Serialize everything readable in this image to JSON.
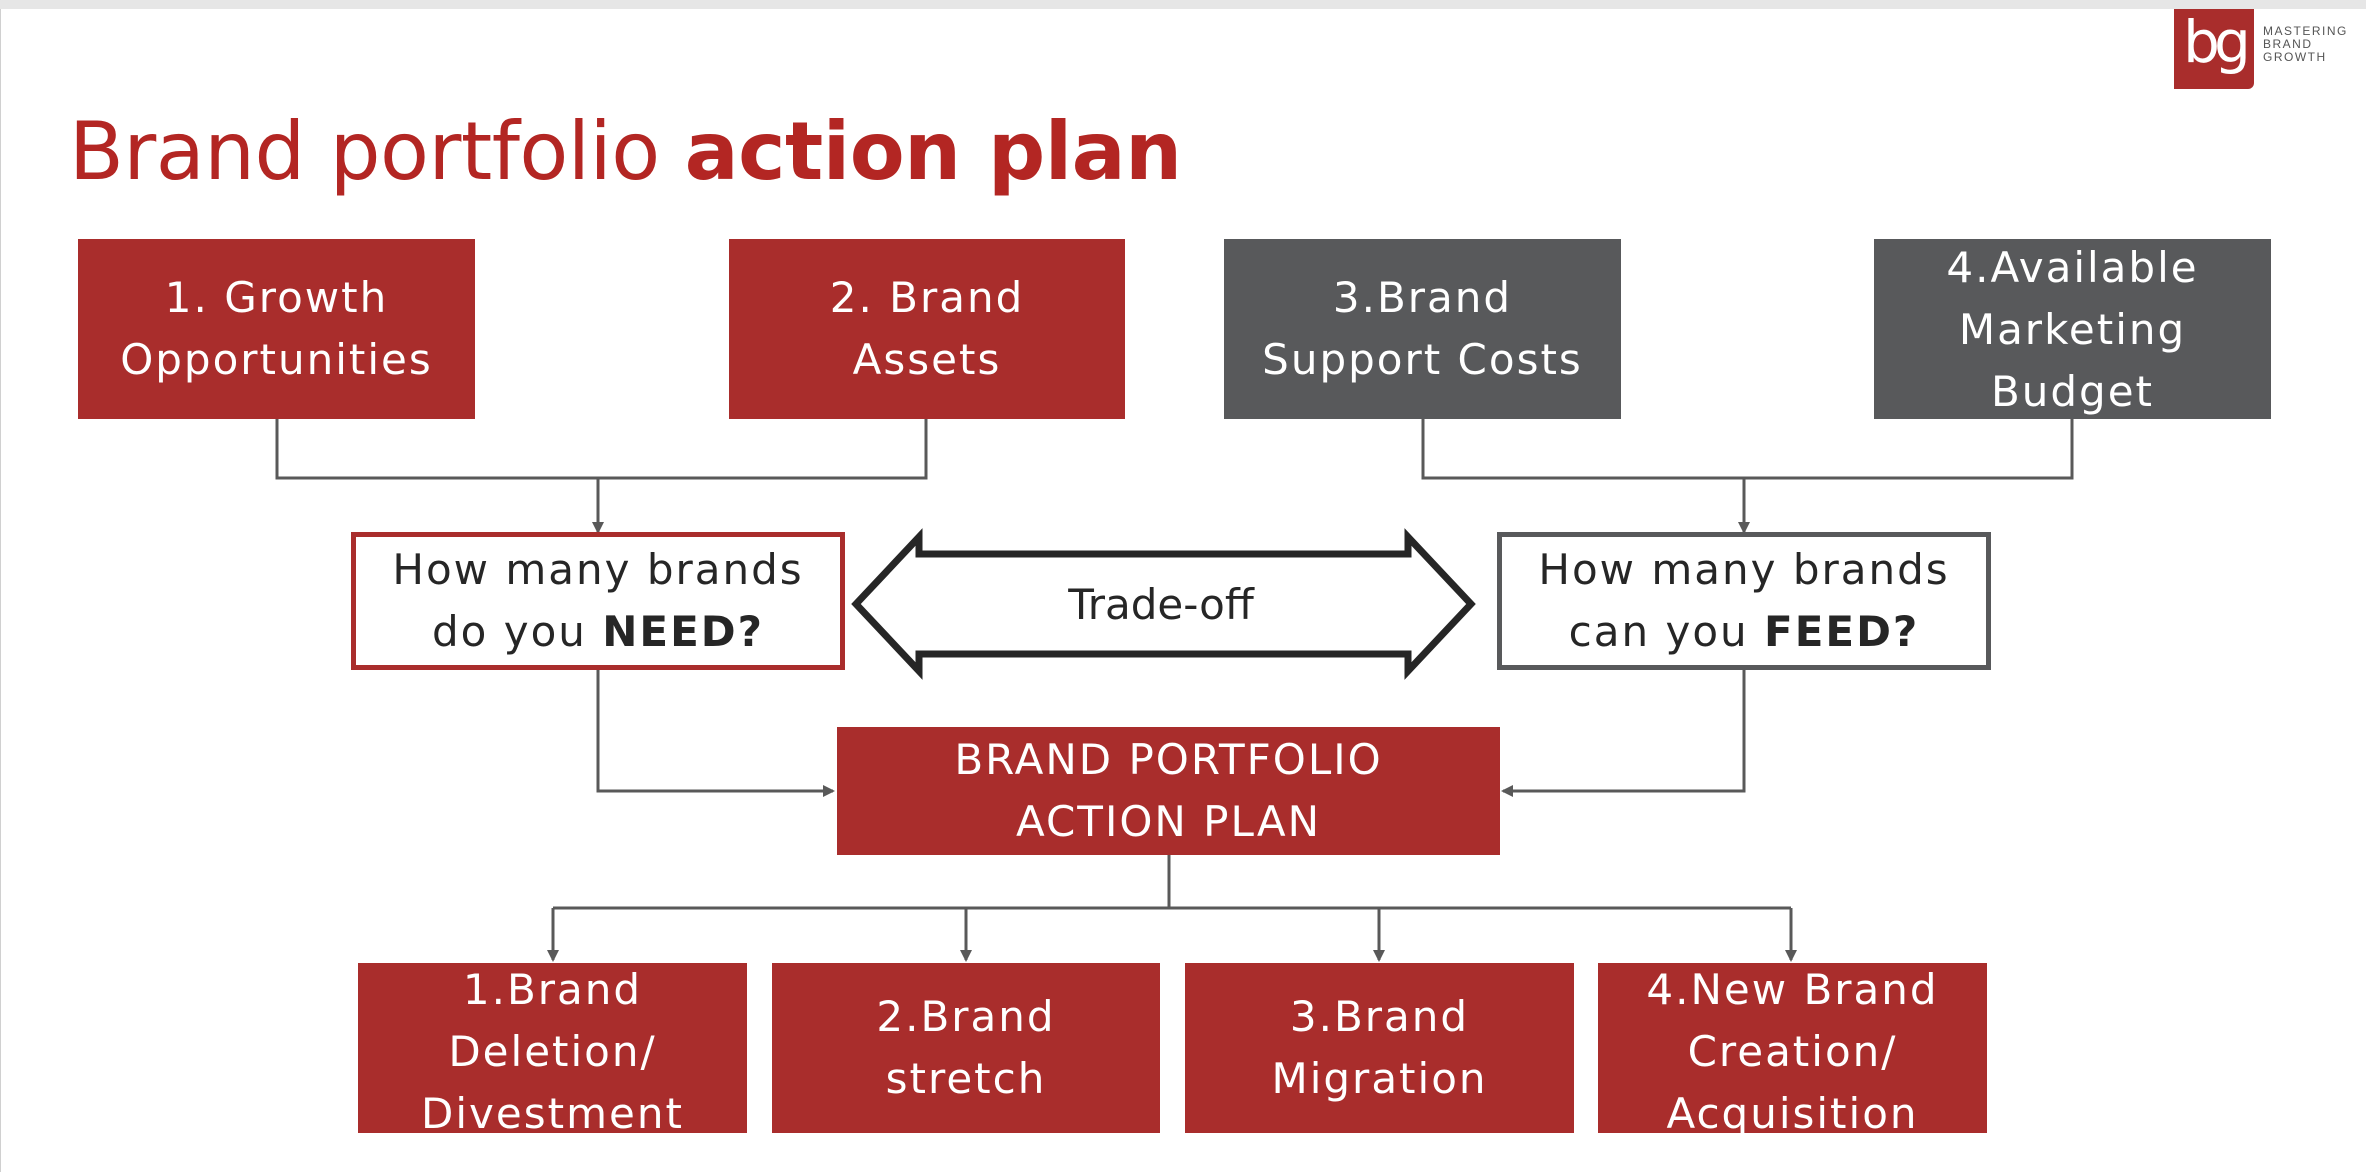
{
  "slide": {
    "title_regular": "Brand portfolio ",
    "title_bold": "action plan"
  },
  "logo": {
    "mark": "bg",
    "lines": [
      "MASTERING",
      "BRAND",
      "GROWTH"
    ],
    "color": "#a92d2c"
  },
  "inputs": [
    {
      "lines": [
        "1. Growth",
        "Opportunities"
      ],
      "color": "#a92d2c"
    },
    {
      "lines": [
        "2. Brand",
        "Assets"
      ],
      "color": "#a92d2c"
    },
    {
      "lines": [
        "3.Brand",
        "Support Costs"
      ],
      "color": "#58595b"
    },
    {
      "lines": [
        "4.Available",
        "Marketing",
        "Budget"
      ],
      "color": "#58595b"
    }
  ],
  "questions": {
    "need": {
      "line1": "How many brands",
      "line2_prefix": "do you ",
      "line2_bold": "NEED?",
      "border_color": "#a92d2c"
    },
    "feed": {
      "line1": "How many brands",
      "line2_prefix": "can you ",
      "line2_bold": "FEED?",
      "border_color": "#58595b"
    }
  },
  "tradeoff": {
    "label": "Trade-off"
  },
  "center": {
    "lines": [
      "BRAND PORTFOLIO",
      "ACTION PLAN"
    ]
  },
  "actions": [
    {
      "lines": [
        "1.Brand",
        "Deletion/",
        "Divestment"
      ]
    },
    {
      "lines": [
        "2.Brand",
        "stretch"
      ]
    },
    {
      "lines": [
        "3.Brand",
        "Migration"
      ]
    },
    {
      "lines": [
        "4.New Brand",
        "Creation/",
        "Acquisition"
      ]
    }
  ],
  "colors": {
    "brand_red": "#a92d2c",
    "title_red": "#b32623",
    "grey": "#58595b",
    "connector": "#595959",
    "arrow_outline": "#262626"
  }
}
